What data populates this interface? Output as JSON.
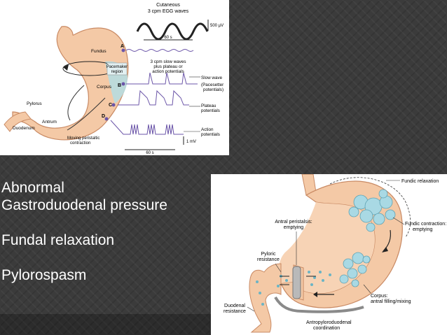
{
  "top_figure": {
    "egg_title_1": "Cutaneous",
    "egg_title_2": "3 cpm EGG waves",
    "egg_scale": "500 µV",
    "egg_time": "60 s",
    "label_fundus": "Fundus",
    "label_pacemaker_1": "Pacemaker",
    "label_pacemaker_2": "region",
    "label_corpus": "Corpus",
    "label_pylorus": "Pylorus",
    "label_antrum": "Antrum",
    "label_duodenum": "Duodenum",
    "label_moving_1": "Moving peristaltic",
    "label_moving_2": "contraction",
    "slow_title_1": "3 cpm slow waves",
    "slow_title_2": "plus plateau or",
    "slow_title_3": "action potentials",
    "label_slow_wave": "Slow wave",
    "label_pacesetter_1": "(Pacesetter",
    "label_pacesetter_2": "potentials)",
    "label_plateau_1": "Plateau",
    "label_plateau_2": "potentials",
    "label_action_1": "Action",
    "label_action_2": "potentials",
    "scale_mv": "1 mV",
    "scale_time": "60 s",
    "point_a": "A",
    "point_b": "B",
    "point_c": "C",
    "point_d": "D"
  },
  "bullets": {
    "line1": "Abnormal",
    "line2": "Gastroduodenal pressure",
    "line3": "Fundal relaxation",
    "line4": "Pylorospasm"
  },
  "bottom_figure": {
    "fundic_relaxation": "Fundic relaxation",
    "fundic_contraction_1": "Fundic contraction:",
    "fundic_contraction_2": "emptying",
    "antral_peristalsis_1": "Antral peristalsis:",
    "antral_peristalsis_2": "emptying",
    "pyloric_resistance_1": "Pyloric",
    "pyloric_resistance_2": "resistance",
    "corpus_1": "Corpus:",
    "corpus_2": "antral filling/mixing",
    "duodenal_resistance_1": "Duodenal",
    "duodenal_resistance_2": "resistance",
    "antropyloroduodenal_1": "Antropyloroduodenal",
    "antropyloroduodenal_2": "coordination"
  },
  "colors": {
    "stomach_fill": "#f4c9a6",
    "stomach_stroke": "#c98a64",
    "trace": "#6b55a8",
    "bubble": "#a9d9e4",
    "slide_bg": "#3b3b3b"
  }
}
